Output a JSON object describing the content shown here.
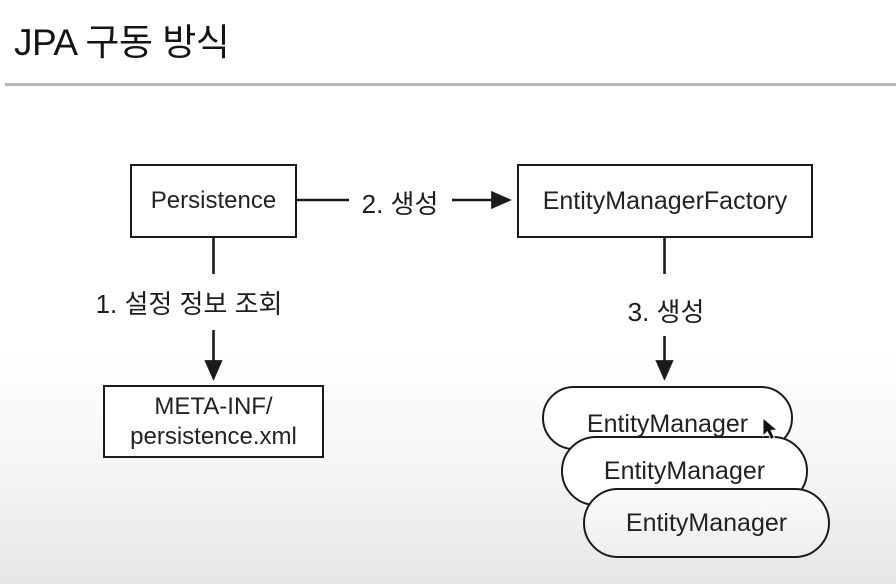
{
  "page": {
    "title": "JPA 구동 방식"
  },
  "diagram": {
    "nodes": {
      "persistence": {
        "label": "Persistence"
      },
      "entity_manager_factory": {
        "label": "EntityManagerFactory"
      },
      "meta_inf": {
        "line1": "META-INF/",
        "line2": "persistence.xml"
      },
      "entity_managers": [
        {
          "label": "EntityManager"
        },
        {
          "label": "EntityManager"
        },
        {
          "label": "EntityManager"
        }
      ]
    },
    "edges": {
      "step1": {
        "label": "1. 설정 정보 조회",
        "from": "Persistence",
        "to": "META-INF/persistence.xml"
      },
      "step2": {
        "label": "2. 생성",
        "from": "Persistence",
        "to": "EntityManagerFactory"
      },
      "step3": {
        "label": "3. 생성",
        "from": "EntityManagerFactory",
        "to": "EntityManager"
      }
    },
    "colors": {
      "stroke": "#1b1b1b",
      "text": "#1d1d1d",
      "divider": "#b8b8b8",
      "background_top": "#ffffff",
      "background_bottom": "#e6e6e6"
    }
  }
}
